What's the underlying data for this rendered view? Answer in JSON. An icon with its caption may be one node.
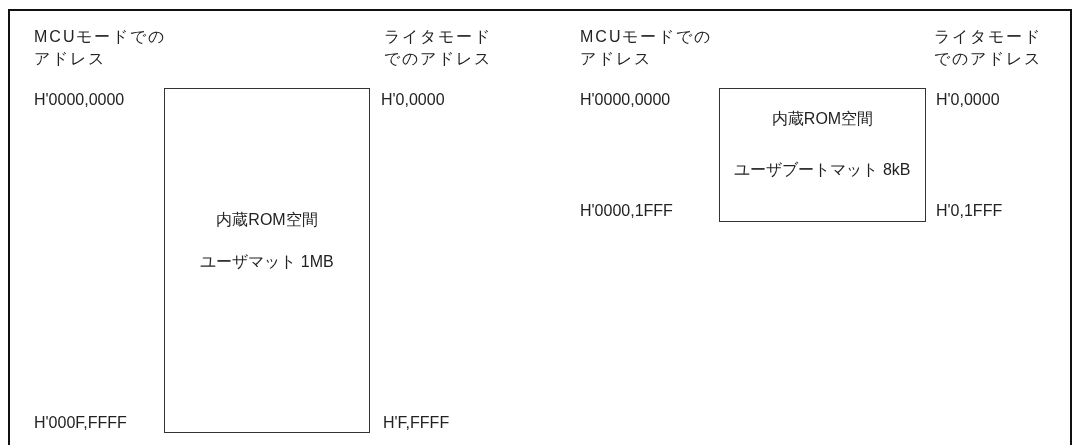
{
  "diagram": {
    "nodes": [
      {
        "text": [
          "内蔵ROM空間",
          "ユーザマット 1MB"
        ]
      },
      {
        "text": [
          "内蔵ROM空間",
          "ユーザブートマット 8kB"
        ]
      }
    ],
    "edges": [],
    "labels": [
      "MCUモードでのアドレス",
      "ライタモードでのアドレス",
      "MCUモードでのアドレス",
      "ライタモードでのアドレス",
      "H'0000,0000",
      "H'0,0000",
      "H'0000,0000",
      "H'0,0000",
      "H'0000,1FFF",
      "H'0,1FFF",
      "H'000F,FFFF",
      "H'F,FFFF"
    ]
  }
}
